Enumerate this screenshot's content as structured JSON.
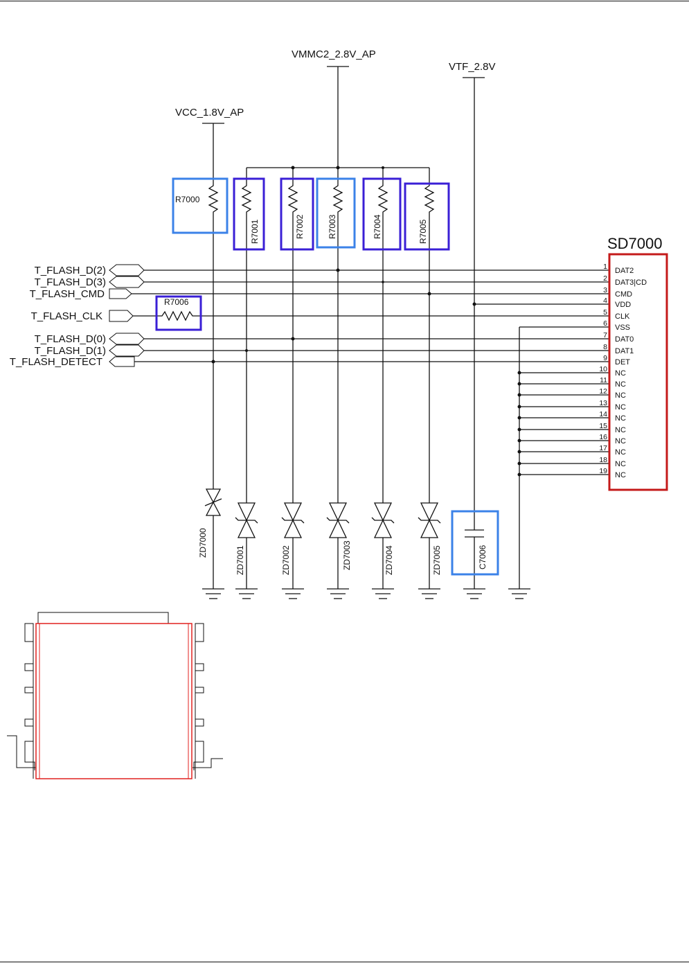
{
  "power_rails": {
    "vcc": "VCC_1.8V_AP",
    "vmmc": "VMMC2_2.8V_AP",
    "vtf": "VTF_2.8V"
  },
  "signals": [
    {
      "label": "T_FLASH_D(2)"
    },
    {
      "label": "T_FLASH_D(3)"
    },
    {
      "label": "T_FLASH_CMD"
    },
    {
      "label": "T_FLASH_CLK"
    },
    {
      "label": "T_FLASH_D(0)"
    },
    {
      "label": "T_FLASH_D(1)"
    },
    {
      "label": "T_FLASH_DETECT"
    }
  ],
  "resistors": [
    "R7000",
    "R7001",
    "R7002",
    "R7003",
    "R7004",
    "R7005",
    "R7006"
  ],
  "diodes": [
    "ZD7000",
    "ZD7001",
    "ZD7002",
    "ZD7003",
    "ZD7004",
    "ZD7005"
  ],
  "capacitor": "C7006",
  "connector": {
    "ref": "SD7000",
    "pins": [
      {
        "num": "1",
        "name": "DAT2"
      },
      {
        "num": "2",
        "name": "DAT3|CD"
      },
      {
        "num": "3",
        "name": "CMD"
      },
      {
        "num": "4",
        "name": "VDD"
      },
      {
        "num": "5",
        "name": "CLK"
      },
      {
        "num": "6",
        "name": "VSS"
      },
      {
        "num": "7",
        "name": "DAT0"
      },
      {
        "num": "8",
        "name": "DAT1"
      },
      {
        "num": "9",
        "name": "DET"
      },
      {
        "num": "10",
        "name": "NC"
      },
      {
        "num": "11",
        "name": "NC"
      },
      {
        "num": "12",
        "name": "NC"
      },
      {
        "num": "13",
        "name": "NC"
      },
      {
        "num": "14",
        "name": "NC"
      },
      {
        "num": "15",
        "name": "NC"
      },
      {
        "num": "16",
        "name": "NC"
      },
      {
        "num": "17",
        "name": "NC"
      },
      {
        "num": "18",
        "name": "NC"
      },
      {
        "num": "19",
        "name": "NC"
      }
    ]
  },
  "colors": {
    "highlight_blue": "#3b82e8",
    "highlight_violet": "#3a1fd6",
    "connector_red": "#c41a1a",
    "footprint_red": "#e0201f",
    "wire": "#111111"
  }
}
